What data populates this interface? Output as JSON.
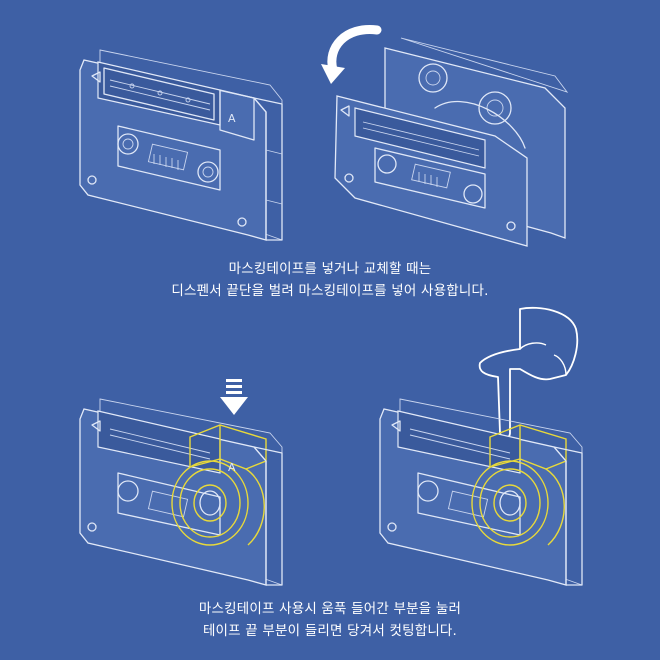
{
  "captions": {
    "step1": {
      "line1": "마스킹테이프를 넣거나 교체할 때는",
      "line2": "디스펜서 끝단을 벌려 마스킹테이프를 넣어 사용합니다."
    },
    "step2": {
      "line1": "마스킹테이프 사용시 움푹 들어간 부분을 눌러",
      "line2": "테이프 끝 부분이 들리면 당겨서 컷팅합니다."
    }
  },
  "icons": {
    "rotate_arrow": "curved-arrow-icon",
    "press_arrow": "down-arrow-icon",
    "finger": "pointing-hand-icon"
  },
  "colors": {
    "background": "#3e60a5",
    "line": "#dfe7f7",
    "tape_highlight": "#e8d93a",
    "text": "#ffffff"
  }
}
